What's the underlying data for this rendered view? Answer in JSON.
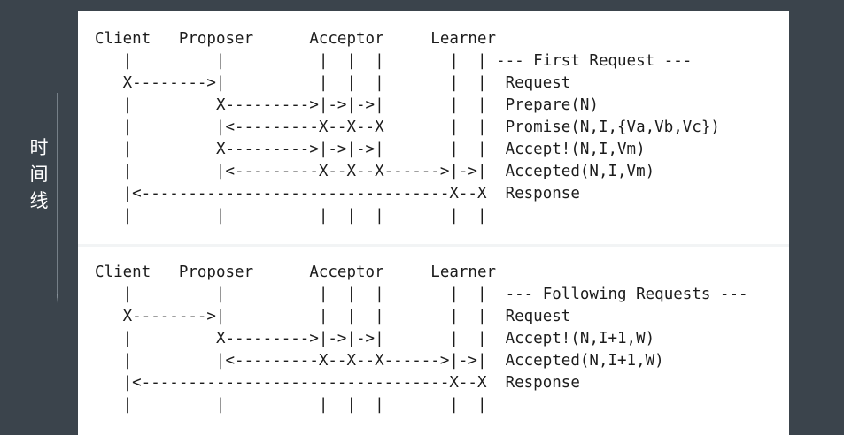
{
  "timeline_label": "时间线",
  "first_request": {
    "lines": [
      "Client   Proposer      Acceptor     Learner",
      "   |         |          |  |  |       |  | --- First Request ---",
      "   X-------->|          |  |  |       |  |  Request",
      "   |         X--------->|->|->|       |  |  Prepare(N)",
      "   |         |<---------X--X--X       |  |  Promise(N,I,{Va,Vb,Vc})",
      "   |         X--------->|->|->|       |  |  Accept!(N,I,Vm)",
      "   |         |<---------X--X--X------>|->|  Accepted(N,I,Vm)",
      "   |<---------------------------------X--X  Response",
      "   |         |          |  |  |       |  |"
    ]
  },
  "following_requests": {
    "lines": [
      "Client   Proposer      Acceptor     Learner",
      "   |         |          |  |  |       |  |  --- Following Requests ---",
      "   X-------->|          |  |  |       |  |  Request",
      "   |         X--------->|->|->|       |  |  Accept!(N,I+1,W)",
      "   |         |<---------X--X--X------>|->|  Accepted(N,I+1,W)",
      "   |<---------------------------------X--X  Response",
      "   |         |          |  |  |       |  |"
    ]
  }
}
